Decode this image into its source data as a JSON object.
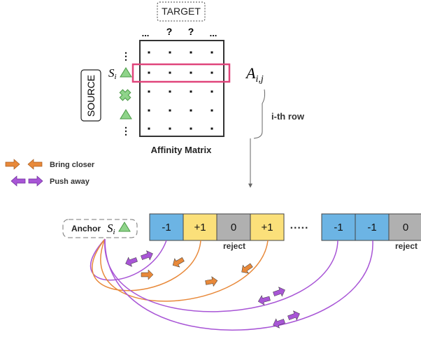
{
  "labels": {
    "target": "TARGET",
    "source": "SOURCE",
    "matrix_title": "Affinity Matrix",
    "a_main": "A",
    "a_sub": "i,j",
    "row_label": "i-th row",
    "s_main": "S",
    "s_sub": "i",
    "anchor": "Anchor",
    "reject": "reject",
    "ellipsis_dots": "·····",
    "col_question": "?",
    "col_dots": "...",
    "row_dots": "⋮"
  },
  "legend": [
    {
      "label": "Bring closer",
      "color": "#e8893a"
    },
    {
      "label": "Push away",
      "color": "#a855d6"
    }
  ],
  "row_cells": [
    {
      "value": "-1",
      "color": "#6cb4e4"
    },
    {
      "value": "+1",
      "color": "#fbe07a"
    },
    {
      "value": "0",
      "color": "#b0b0b0"
    },
    {
      "value": "+1",
      "color": "#fbe07a"
    },
    {
      "value": "-1",
      "color": "#6cb4e4"
    },
    {
      "value": "-1",
      "color": "#6cb4e4"
    },
    {
      "value": "0",
      "color": "#b0b0b0"
    }
  ],
  "colors": {
    "highlight": "#e0457b",
    "bring_closer": "#e8893a",
    "push_away": "#a855d6",
    "triangle": "#8fd48a",
    "cross": "#8fd48a"
  }
}
